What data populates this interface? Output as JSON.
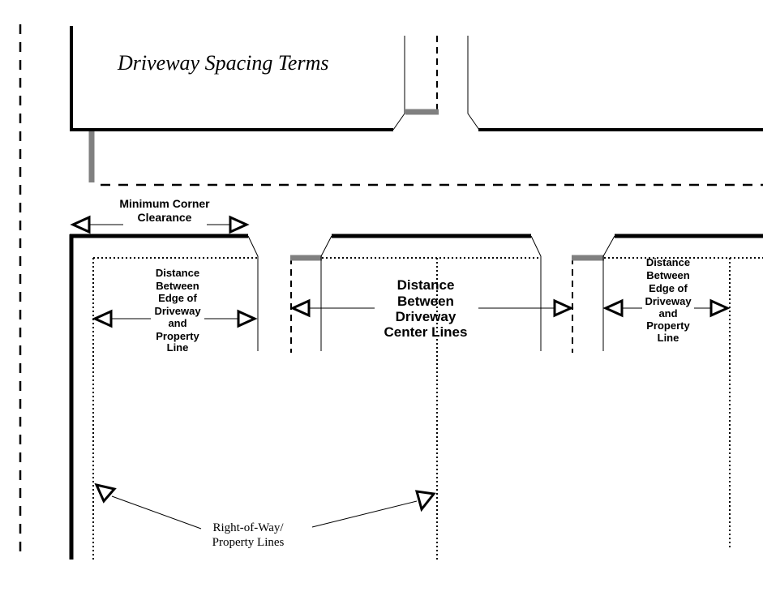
{
  "title": "Driveway Spacing Terms",
  "labels": {
    "min_corner_clearance": [
      "Minimum Corner",
      "Clearance"
    ],
    "edge_to_property_left": [
      "Distance",
      "Between",
      "Edge of",
      "Driveway",
      "and",
      "Property",
      "Line"
    ],
    "centerline_distance": [
      "Distance",
      "Between",
      "Driveway",
      "Center Lines"
    ],
    "edge_to_property_right": [
      "Distance",
      "Between",
      "Edge of",
      "Driveway",
      "and",
      "Property",
      "Line"
    ],
    "row_property": [
      "Right-of-Way/",
      "Property Lines"
    ]
  },
  "colors": {
    "line": "#000000",
    "driveway_edge": "#808080",
    "background": "#ffffff"
  }
}
